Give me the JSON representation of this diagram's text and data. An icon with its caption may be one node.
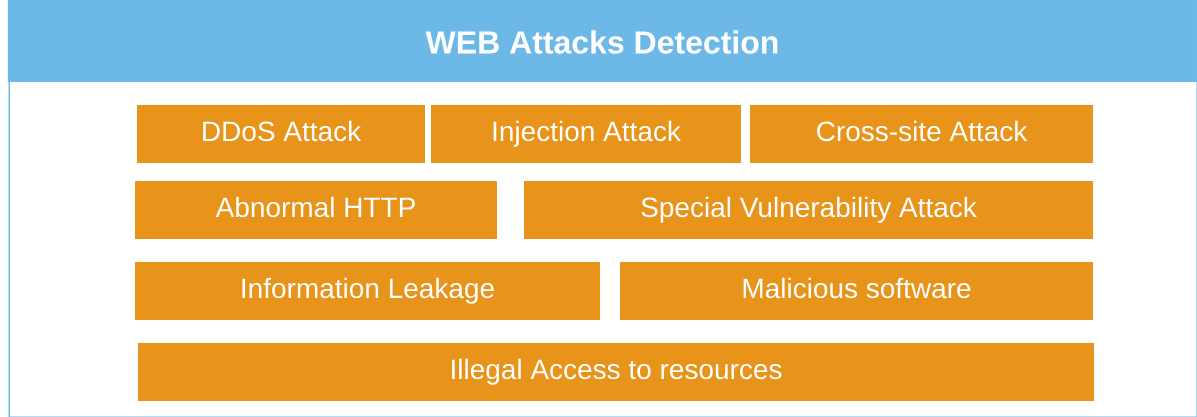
{
  "diagram": {
    "nodes": [
      {
        "text": [
          "WEB Attacks Detection"
        ]
      },
      {
        "text": [
          "DDoS Attack"
        ],
        "in": 0
      },
      {
        "text": [
          "Injection Attack"
        ],
        "in": 0
      },
      {
        "text": [
          "Cross-site Attack"
        ],
        "in": 0
      },
      {
        "text": [
          "Abnormal HTTP"
        ],
        "in": 0
      },
      {
        "text": [
          "Special Vulnerability Attack"
        ],
        "in": 0
      },
      {
        "text": [
          "Information Leakage"
        ],
        "in": 0
      },
      {
        "text": [
          "Malicious software"
        ],
        "in": 0
      },
      {
        "text": [
          "Illegal Access to resources"
        ],
        "in": 0
      }
    ]
  }
}
